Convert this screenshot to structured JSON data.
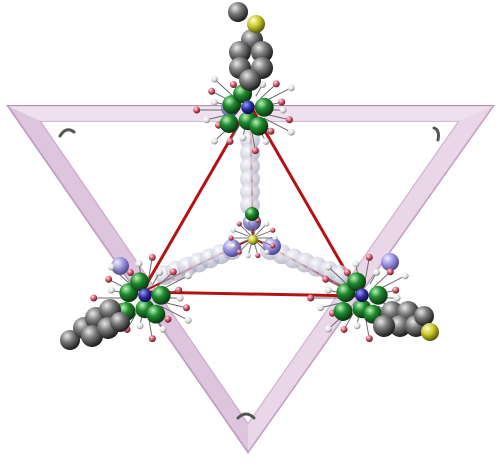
{
  "figure": {
    "title": "",
    "colors": {
      "background": "#ffffff",
      "frame_face": "#e6d2e6",
      "frame_edge": "#b592b5",
      "frame_dark": "#8f6f8f",
      "tetrahedron_edge": "#b31212",
      "sphere_gray": "#707070",
      "sphere_dark": "#2c2c2c",
      "sphere_green": "#1e7a2c",
      "sphere_purple": "#8c84d8",
      "sphere_yellow": "#d8d83a",
      "sphere_red": "#c8485a",
      "sphere_white": "#f2f2f2",
      "sphere_blue": "#23238c"
    },
    "icons": {
      "frame": "triangular-frame-icon",
      "tetrahedron": "tetrahedron-edges-icon",
      "metal_node": "metal-cluster-node-icon",
      "ligand": "ligand-bridge-icon",
      "guest": "aromatic-guest-icon"
    },
    "nodes": [
      {
        "id": "top",
        "label": ""
      },
      {
        "id": "left",
        "label": ""
      },
      {
        "id": "right",
        "label": ""
      },
      {
        "id": "center",
        "label": ""
      }
    ]
  }
}
